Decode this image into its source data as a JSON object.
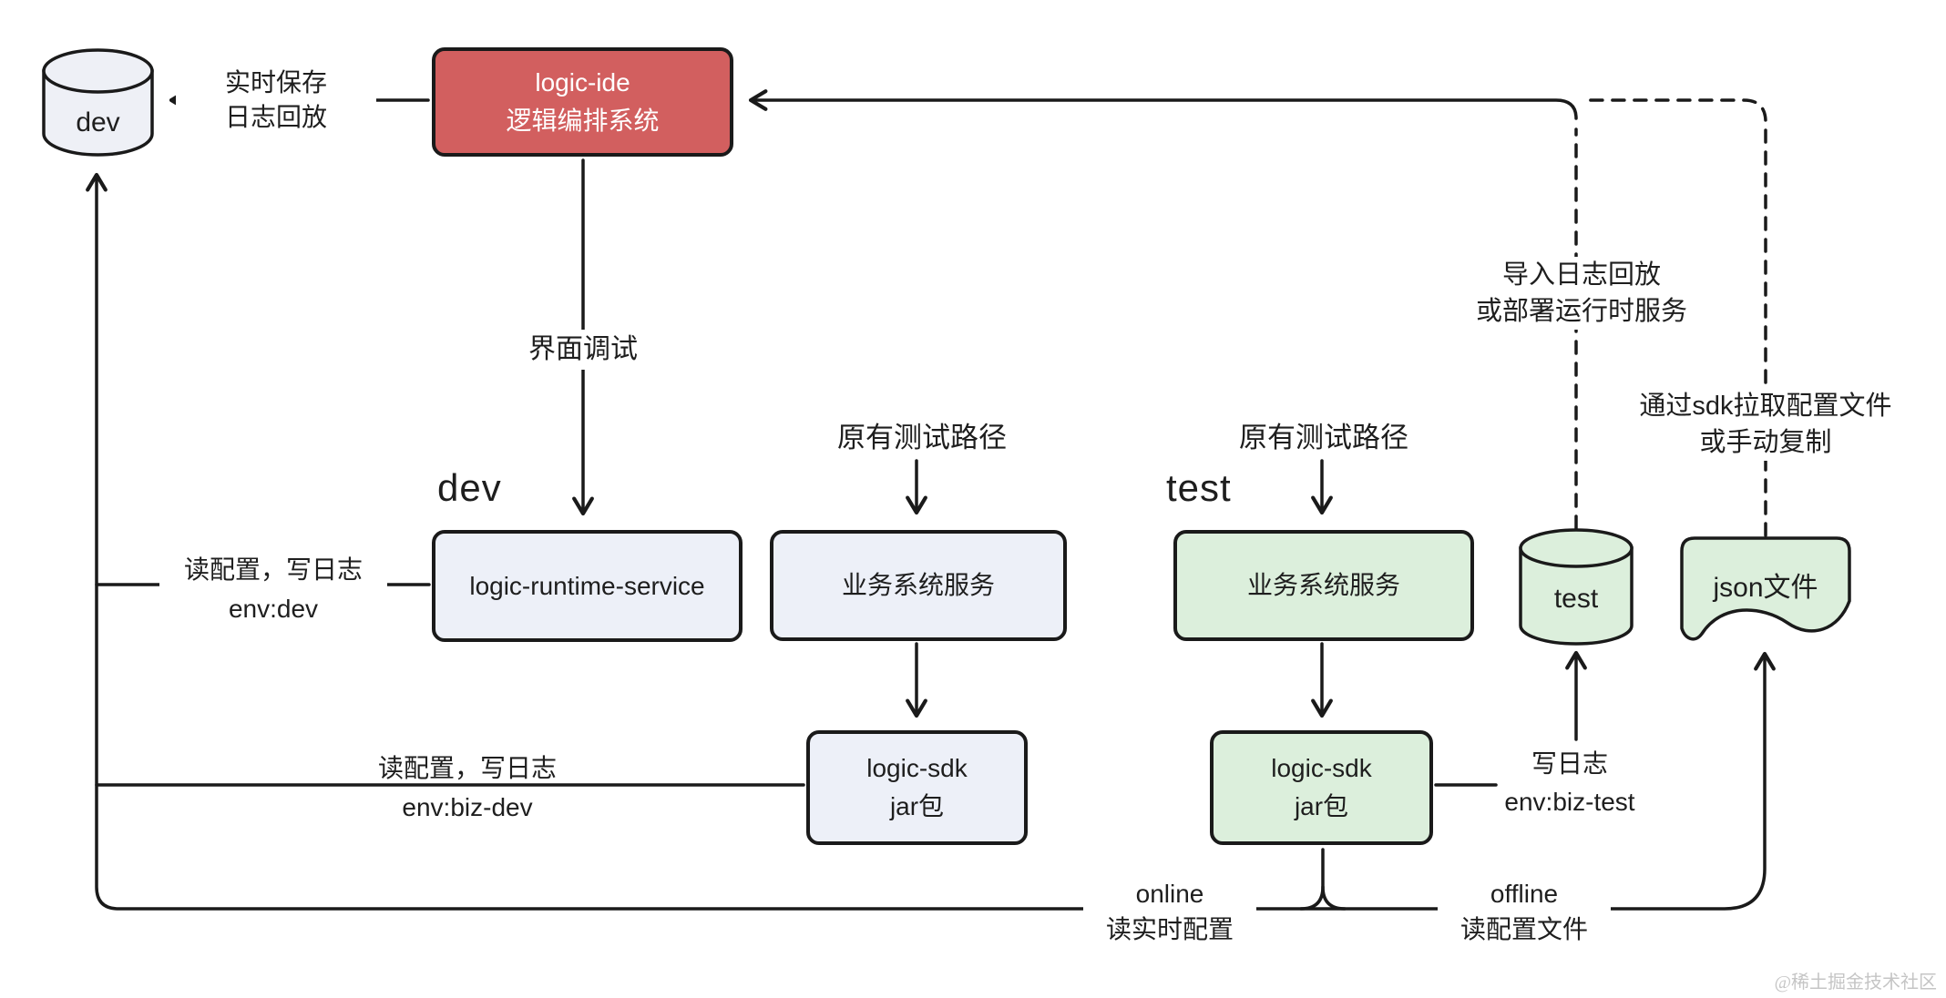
{
  "diagram": {
    "nodes": {
      "dev_db": {
        "label": "dev"
      },
      "logic_ide": {
        "line1": "logic-ide",
        "line2": "逻辑编排系统"
      },
      "logic_runtime": {
        "label": "logic-runtime-service"
      },
      "biz_service_dev": {
        "label": "业务系统服务"
      },
      "biz_service_test": {
        "label": "业务系统服务"
      },
      "logic_sdk_dev": {
        "line1": "logic-sdk",
        "line2": "jar包"
      },
      "logic_sdk_test": {
        "line1": "logic-sdk",
        "line2": "jar包"
      },
      "test_db": {
        "label": "test"
      },
      "json_file": {
        "label": "json文件"
      }
    },
    "groups": {
      "dev": "dev",
      "test": "test"
    },
    "edge_labels": {
      "realtime_save": {
        "line1": "实时保存",
        "line2": "日志回放"
      },
      "ui_debug": "界面调试",
      "legacy_path_dev": "原有测试路径",
      "legacy_path_test": "原有测试路径",
      "import_replay": {
        "line1": "导入日志回放",
        "line2": "或部署运行时服务"
      },
      "pull_config": {
        "line1": "通过sdk拉取配置文件",
        "line2": "或手动复制"
      },
      "read_conf_dev": {
        "line1": "读配置，写日志",
        "line2": "env:dev"
      },
      "read_conf_biz_dev": {
        "line1": "读配置，写日志",
        "line2": "env:biz-dev"
      },
      "write_log_biz_test": {
        "line1": "写日志",
        "line2": "env:biz-test"
      },
      "online": {
        "line1": "online",
        "line2": "读实时配置"
      },
      "offline": {
        "line1": "offline",
        "line2": "读配置文件"
      }
    },
    "watermark": "@稀土掘金技术社区",
    "colors": {
      "stroke": "#1a1a1a",
      "red": "#d25f5f",
      "lavender": "#edf0f8",
      "green": "#dcefdc",
      "cyl-dev": "#eef0f6",
      "text": "#1e1e1e",
      "watermark": "#c5c5c5"
    }
  }
}
